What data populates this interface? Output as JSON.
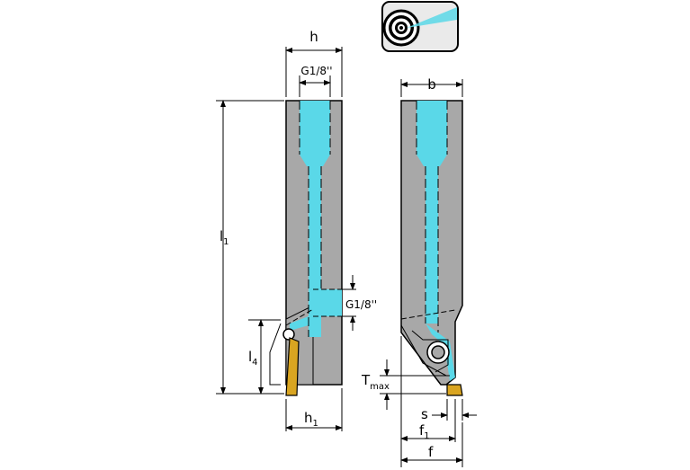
{
  "labels": {
    "h": "h",
    "thread_top": "G1/8''",
    "thread_side": "G1/8''",
    "l1_main": "l",
    "l1_sub": "1",
    "l4_main": "l",
    "l4_sub": "4",
    "h1_main": "h",
    "h1_sub": "1",
    "b": "b",
    "tmax_main": "T",
    "tmax_sub": "max",
    "s": "s",
    "f1_main": "f",
    "f1_sub": "1",
    "f": "f"
  },
  "icons": {
    "coolant": "coolant-target-icon"
  },
  "colors": {
    "body": "#a8a8a8",
    "coolant": "#5ad8e8",
    "insert": "#d9a521",
    "outline": "#000000",
    "badge_bg": "#e8e8e8"
  }
}
